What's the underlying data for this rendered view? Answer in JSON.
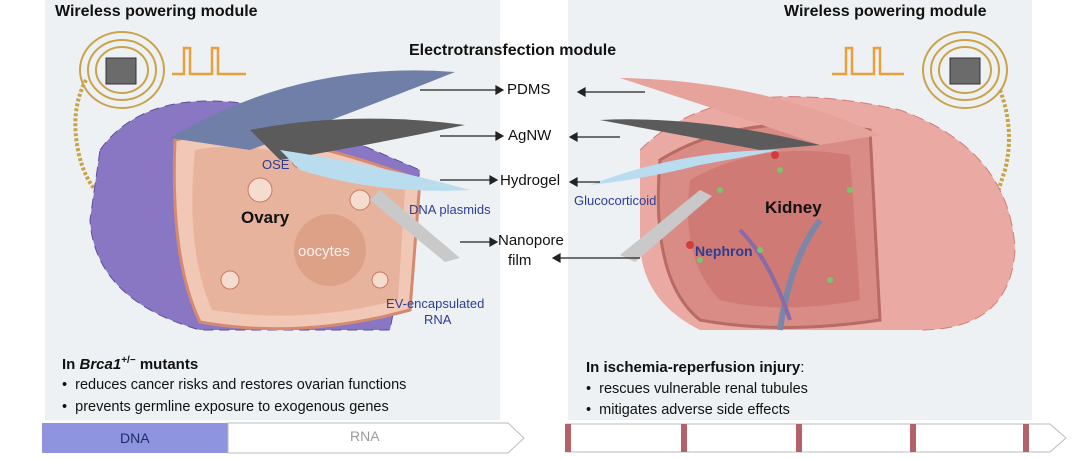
{
  "left": {
    "module_title": "Wireless powering module",
    "organ_label": "Ovary",
    "sub_labels": {
      "ose": "OSE",
      "oocytes": "oocytes",
      "dna_plasmids": "DNA plasmids",
      "ev_line1": "EV-encapsulated",
      "ev_line2": "RNA"
    },
    "heading_prefix": "In ",
    "heading_gene": "Brca1",
    "heading_sup": "+/−",
    "heading_suffix": " mutants",
    "bullets": [
      "reduces cancer risks and restores ovarian functions",
      "prevents germline exposure to exogenous genes"
    ]
  },
  "center": {
    "title": "Electrotransfection module",
    "layers": [
      "PDMS",
      "AgNW",
      "Hydrogel",
      "Nanopore",
      "film"
    ]
  },
  "right": {
    "module_title": "Wireless powering module",
    "organ_label": "Kidney",
    "sub_labels": {
      "glucocorticoid": "Glucocorticoid",
      "nephron": "Nephron"
    },
    "heading_text": "In ischemia-reperfusion injury",
    "heading_colon": ":",
    "bullets": [
      "rescues vulnerable renal tubules",
      "mitigates adverse side effects"
    ]
  },
  "bottom_bar": {
    "dna": "DNA",
    "rna": "RNA"
  },
  "colors": {
    "dna_fill": "#8e95de",
    "ovary_purple": "#8a77c4",
    "kidney_pink": "#eaa9a2",
    "tissue": "#f1c8b5",
    "label_blue": "#2b3e94",
    "bar_mark": "#b4616a"
  }
}
